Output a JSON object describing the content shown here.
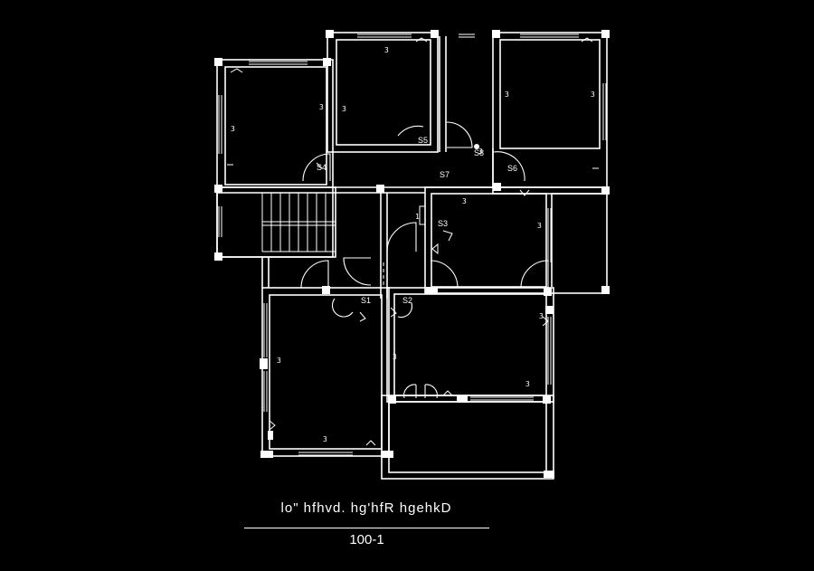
{
  "drawing": {
    "title": "lo\"  hfhvd. hg'hfR hgehkD",
    "scale": "100-1"
  },
  "dimension_marks": [
    "3",
    "3",
    "3",
    "3",
    "3",
    "3",
    "3",
    "3",
    "3",
    "3",
    "3",
    "3",
    "3",
    "3",
    "1"
  ],
  "switches": [
    "S1",
    "S2",
    "S3",
    "S4",
    "S5",
    "S6",
    "S7",
    "S8"
  ],
  "colors": {
    "background": "#000000",
    "linework": "#ffffff"
  }
}
